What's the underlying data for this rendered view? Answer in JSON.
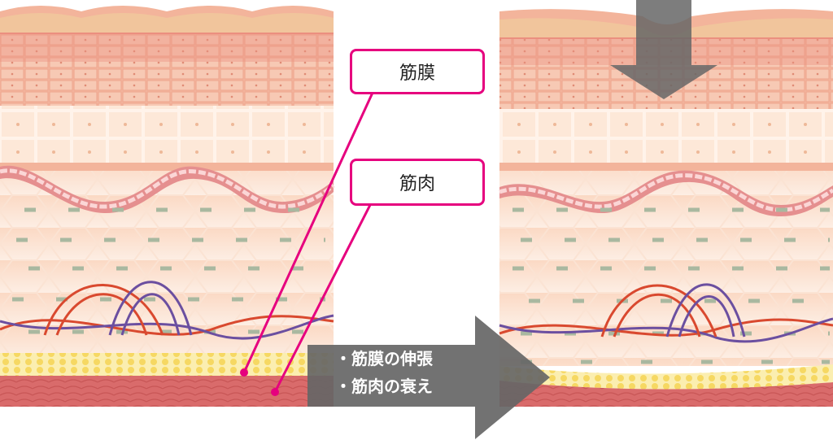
{
  "labels": {
    "fascia": "筋膜",
    "muscle": "筋肉"
  },
  "causes": [
    "・筋膜の伸張",
    "・筋肉の衰え"
  ],
  "colors": {
    "callout": "#e6007e",
    "arrow": "#666666",
    "epidermis": "#e8877a",
    "dermis": "#f6c3a8",
    "basal": "#e58f8f",
    "fat": "#f8e27a",
    "muscle": "#d86a6a",
    "vessel_red": "#d9492f",
    "vessel_purple": "#6b4fa0"
  },
  "icons": [
    "down-arrow-icon",
    "right-arrow-icon"
  ]
}
